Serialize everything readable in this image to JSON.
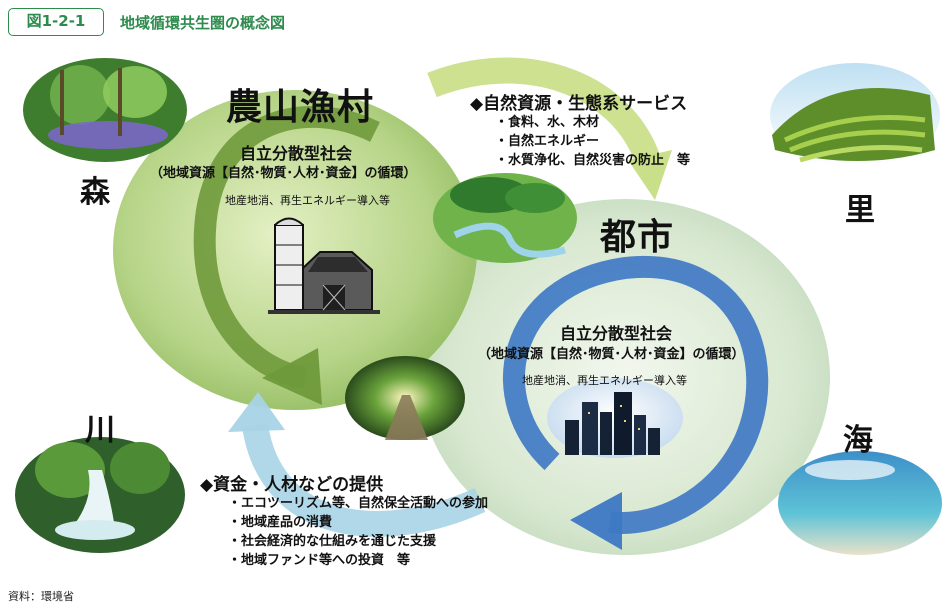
{
  "figure": {
    "number": "図1-2-1",
    "title": "地域循環共生圏の概念図"
  },
  "rural": {
    "label": "農山漁村",
    "society": "自立分散型社会",
    "detail": "（地域資源【自然･物質･人材･資金】の循環）",
    "note": "地産地消、再生エネルギー導入等"
  },
  "urban": {
    "label": "都市",
    "society": "自立分散型社会",
    "detail": "（地域資源【自然･物質･人材･資金】の循環）",
    "note": "地産地消、再生エネルギー導入等"
  },
  "ecosystem_services": {
    "title": "◆自然資源・生態系サービス",
    "items": [
      "・食料、水、木材",
      "・自然エネルギー",
      "・水質浄化、自然災害の防止　等"
    ]
  },
  "funds": {
    "title": "◆資金・人材などの提供",
    "items": [
      "・エコツーリズム等、自然保全活動への参加",
      "・地域産品の消費",
      "・社会経済的な仕組みを通じた支援",
      "・地域ファンド等への投資　等"
    ]
  },
  "sides": {
    "forest": "森",
    "village": "里",
    "river": "川",
    "sea": "海"
  },
  "source": "資料：環境省",
  "colors": {
    "accent": "#2e8b4e",
    "rural_circle": "#a9cc7a",
    "urban_circle": "#cfe0c8",
    "rural_arrow": "#6f9a3b",
    "urban_arrow": "#3d78c4",
    "light_blue_arrow": "#a8d4e6"
  }
}
